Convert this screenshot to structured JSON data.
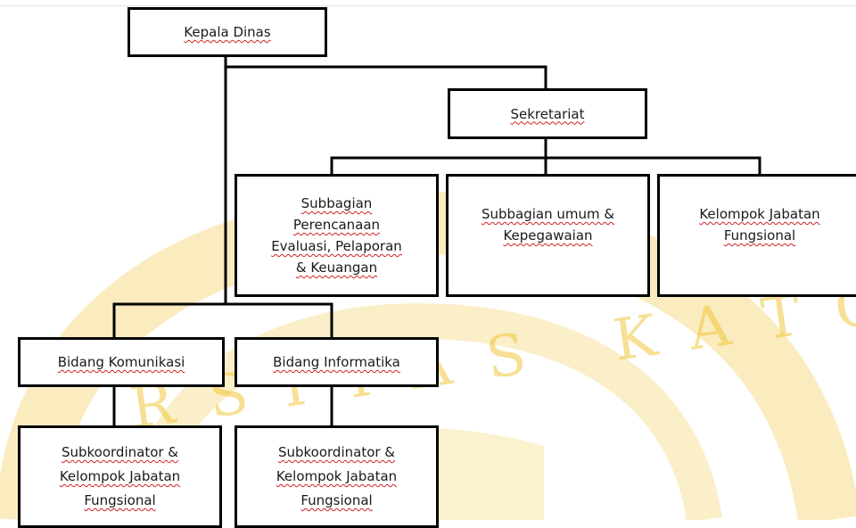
{
  "watermark": {
    "text": "RSITAS KATO",
    "color": "#f0c229"
  },
  "colors": {
    "box_border": "#000000",
    "connector": "#000000",
    "text": "#1a1a1a",
    "spell_underline": "#cc2222"
  },
  "org": {
    "head": "Kepala Dinas",
    "secretariat": "Sekretariat",
    "subunits": [
      "Subbagian\nPerencanaan\nEvaluasi, Pelaporan\n& Keuangan",
      "Subbagian umum &\nKepegawaian",
      "Kelompok Jabatan\nFungsional"
    ],
    "divisions": [
      "Bidang Komunikasi",
      "Bidang Informatika"
    ],
    "division_groups": [
      "Subkoordinator &\nKelompok Jabatan\nFungsional",
      "Subkoordinator &\nKelompok Jabatan\nFungsional"
    ]
  }
}
